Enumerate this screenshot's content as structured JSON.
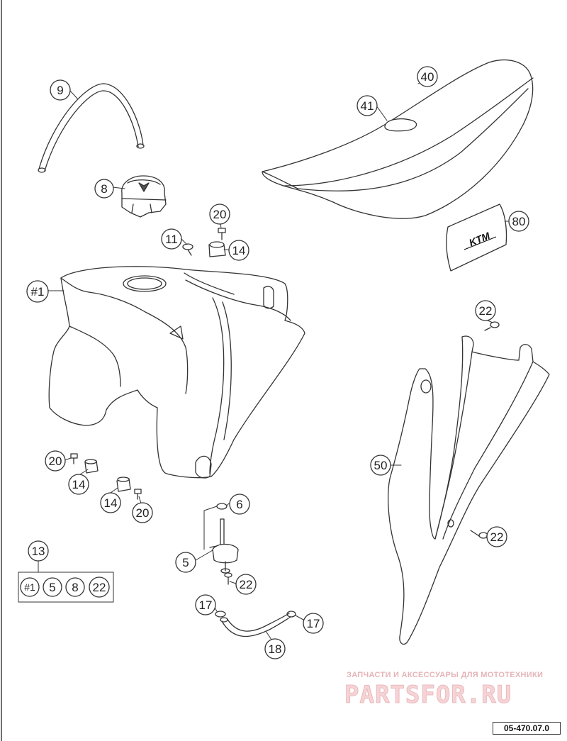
{
  "callouts": {
    "c9": "9",
    "c8": "8",
    "c40": "40",
    "c41": "41",
    "c20a": "20",
    "c11": "11",
    "c14a": "14",
    "c80": "80",
    "c1": "#1",
    "c22a": "22",
    "c50": "50",
    "c20b": "20",
    "c14b": "14",
    "c14c": "14",
    "c20c": "20",
    "c6": "6",
    "c5": "5",
    "c22b": "22",
    "c22c": "22",
    "c13": "13",
    "c17a": "17",
    "c17b": "17",
    "c18": "18"
  },
  "kit_box": {
    "items": [
      "#1",
      "5",
      "8",
      "22"
    ]
  },
  "watermark": {
    "caption": "ЗАПЧАСТИ И АКСЕССУАРЫ ДЛЯ МОТОТЕХНИКИ",
    "logo": "PARTSFOR.RU"
  },
  "part_number": "05-470.07.0",
  "decal_text": "KTM",
  "colors": {
    "outline": "#333333",
    "watermark": "#e4a4aa"
  }
}
